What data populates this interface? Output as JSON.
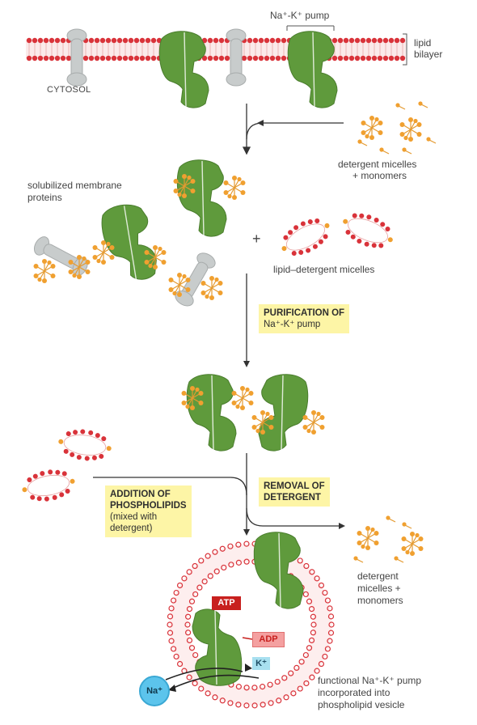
{
  "labels": {
    "pump_top": "Na⁺-K⁺ pump",
    "lipid_bilayer_1": "lipid",
    "lipid_bilayer_2": "bilayer",
    "cytosol": "CYTOSOL",
    "det_micelles_1_a": "detergent micelles",
    "det_micelles_1_b": "+ monomers",
    "solubilized_1": "solubilized membrane",
    "solubilized_2": "proteins",
    "plus": "+",
    "lipid_det_micelles": "lipid–detergent micelles",
    "det_micelles_2_a": "detergent",
    "det_micelles_2_b": "micelles +",
    "det_micelles_2_c": "monomers",
    "functional_1": "functional Na⁺-K⁺ pump",
    "functional_2": "incorporated into",
    "functional_3": "phospholipid vesicle"
  },
  "steps": {
    "purification_1": "PURIFICATION OF",
    "purification_2": "Na⁺-K⁺ pump",
    "removal_1": "REMOVAL OF",
    "removal_2": "DETERGENT",
    "addition_1": "ADDITION OF",
    "addition_2": "PHOSPHOLIPIDS",
    "addition_3": "(mixed with",
    "addition_4": "detergent)"
  },
  "chips": {
    "atp": "ATP",
    "adp": "ADP",
    "k": "K⁺",
    "na": "Na⁺"
  },
  "colors": {
    "protein_green": "#5f9a3c",
    "membrane_red": "#d9333a",
    "detergent_orange": "#f0a030",
    "receptor_gray": "#c8cccc",
    "step_box_yellow": "#fdf5a6",
    "atp_red": "#c8201e",
    "adp_pink": "#f4a0a0",
    "k_blue": "#a8e0f0",
    "na_blue": "#5cc4ec"
  }
}
